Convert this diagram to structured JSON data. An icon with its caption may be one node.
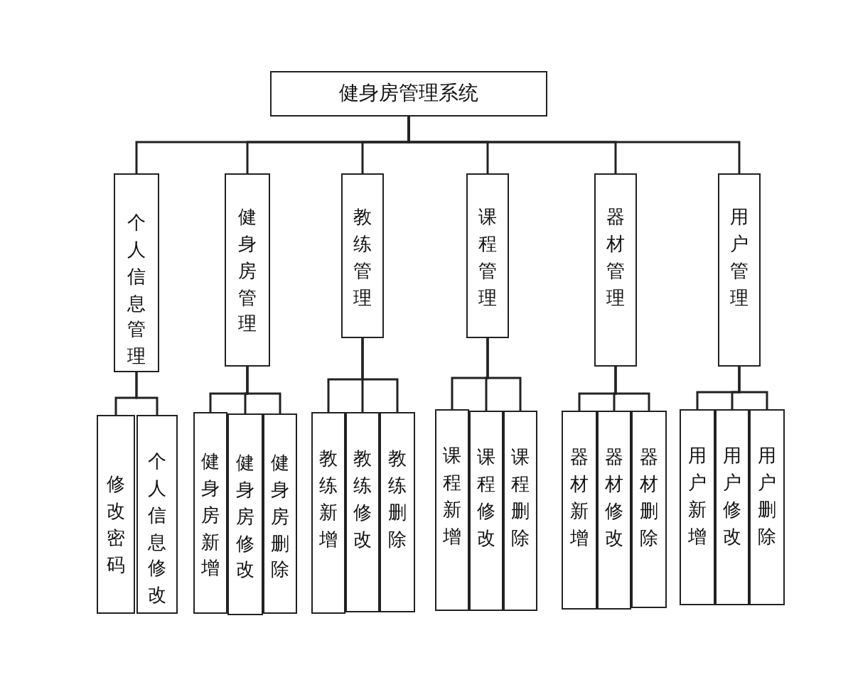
{
  "diagram": {
    "nodes": [
      {
        "text": [
          "健身房管理系统"
        ]
      },
      {
        "text": [
          "个人信息管理"
        ]
      },
      {
        "text": [
          "健身房管理"
        ]
      },
      {
        "text": [
          "教练管理"
        ]
      },
      {
        "text": [
          "课程管理"
        ]
      },
      {
        "text": [
          "器材管理"
        ]
      },
      {
        "text": [
          "用户管理"
        ]
      },
      {
        "text": [
          "修改密码"
        ]
      },
      {
        "text": [
          "个人信息修改"
        ]
      },
      {
        "text": [
          "健身房新增"
        ]
      },
      {
        "text": [
          "健身房修改"
        ]
      },
      {
        "text": [
          "健身房删除"
        ]
      },
      {
        "text": [
          "教练新增"
        ]
      },
      {
        "text": [
          "教练修改"
        ]
      },
      {
        "text": [
          "教练删除"
        ]
      },
      {
        "text": [
          "课程新增"
        ]
      },
      {
        "text": [
          "课程修改"
        ]
      },
      {
        "text": [
          "课程删除"
        ]
      },
      {
        "text": [
          "器材新增"
        ]
      },
      {
        "text": [
          "器材修改"
        ]
      },
      {
        "text": [
          "器材删除"
        ]
      },
      {
        "text": [
          "用户新增"
        ]
      },
      {
        "text": [
          "用户修改"
        ]
      },
      {
        "text": [
          "用户删除"
        ]
      }
    ],
    "edges": [
      {
        "from": 0,
        "to": 1,
        "arrow": "none"
      },
      {
        "from": 0,
        "to": 2,
        "arrow": "none"
      },
      {
        "from": 0,
        "to": 3,
        "arrow": "none"
      },
      {
        "from": 0,
        "to": 4,
        "arrow": "none"
      },
      {
        "from": 0,
        "to": 5,
        "arrow": "none"
      },
      {
        "from": 0,
        "to": 6,
        "arrow": "none"
      },
      {
        "from": 1,
        "to": 7,
        "arrow": "none"
      },
      {
        "from": 1,
        "to": 8,
        "arrow": "none"
      },
      {
        "from": 2,
        "to": 9,
        "arrow": "none"
      },
      {
        "from": 2,
        "to": 10,
        "arrow": "none"
      },
      {
        "from": 2,
        "to": 11,
        "arrow": "none"
      },
      {
        "from": 3,
        "to": 12,
        "arrow": "none"
      },
      {
        "from": 3,
        "to": 13,
        "arrow": "none"
      },
      {
        "from": 3,
        "to": 14,
        "arrow": "none"
      },
      {
        "from": 4,
        "to": 15,
        "arrow": "none"
      },
      {
        "from": 4,
        "to": 16,
        "arrow": "none"
      },
      {
        "from": 4,
        "to": 17,
        "arrow": "none"
      },
      {
        "from": 5,
        "to": 18,
        "arrow": "none"
      },
      {
        "from": 5,
        "to": 19,
        "arrow": "none"
      },
      {
        "from": 5,
        "to": 20,
        "arrow": "none"
      },
      {
        "from": 6,
        "to": 21,
        "arrow": "none"
      },
      {
        "from": 6,
        "to": 22,
        "arrow": "none"
      },
      {
        "from": 6,
        "to": 23,
        "arrow": "none"
      }
    ]
  }
}
